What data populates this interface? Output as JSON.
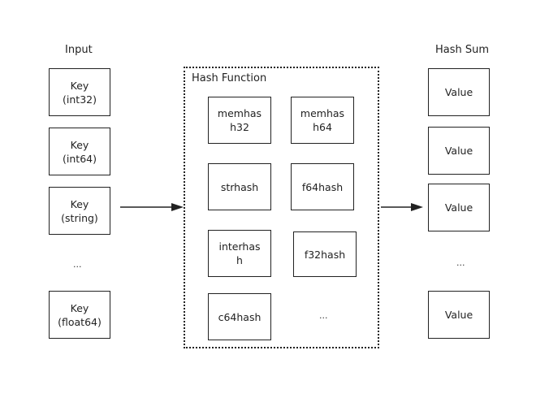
{
  "input": {
    "title": "Input",
    "keys": [
      {
        "line1": "Key",
        "line2": "(int32)"
      },
      {
        "line1": "Key",
        "line2": "(int64)"
      },
      {
        "line1": "Key",
        "line2": "(string)"
      },
      {
        "line1": "Key",
        "line2": "(float64)"
      }
    ],
    "ellipsis": "..."
  },
  "hash_function": {
    "title": "Hash Function",
    "functions": [
      {
        "line1": "memhas",
        "line2": "h32"
      },
      {
        "line1": "memhas",
        "line2": "h64"
      },
      {
        "line1": "strhash",
        "line2": ""
      },
      {
        "line1": "f64hash",
        "line2": ""
      },
      {
        "line1": "interhas",
        "line2": "h"
      },
      {
        "line1": "f32hash",
        "line2": ""
      },
      {
        "line1": "c64hash",
        "line2": ""
      }
    ],
    "ellipsis": "..."
  },
  "hash_sum": {
    "title": "Hash Sum",
    "values": [
      "Value",
      "Value",
      "Value",
      "Value"
    ],
    "ellipsis": "..."
  }
}
